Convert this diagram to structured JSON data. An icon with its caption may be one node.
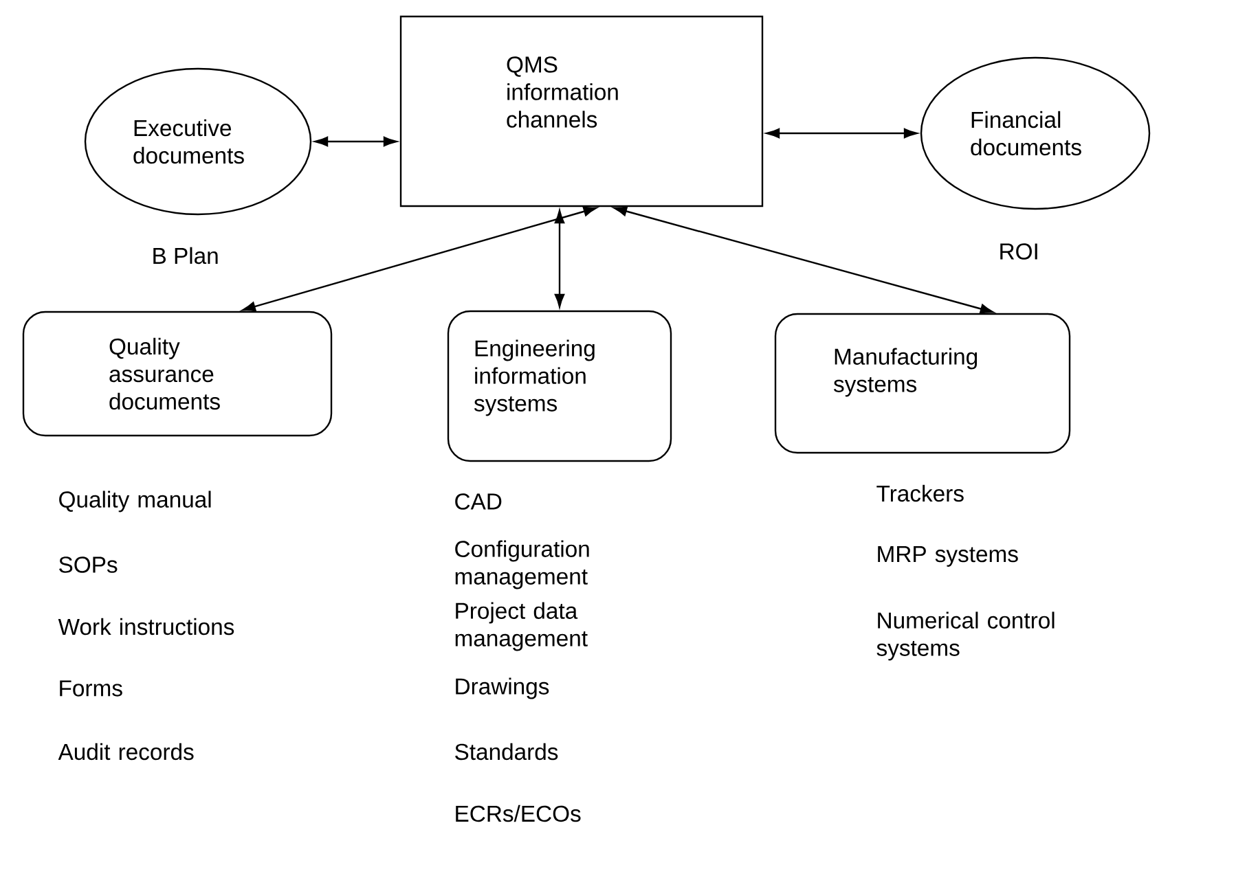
{
  "diagram": {
    "nodes": [
      {
        "text": [
          "Executive documents"
        ],
        "beside": [
          "B Plan"
        ]
      },
      {
        "text": [
          "QMS information channels"
        ]
      },
      {
        "text": [
          "Financial documents"
        ],
        "beside": [
          "ROI"
        ]
      },
      {
        "text": [
          "Quality assurance documents"
        ]
      },
      {
        "text": [
          "Engineering information systems"
        ]
      },
      {
        "text": [
          "Manufacturing systems"
        ]
      }
    ],
    "edges": [
      {
        "from": 0,
        "to": 1,
        "arrow": "both"
      },
      {
        "from": 1,
        "to": 2,
        "arrow": "both"
      },
      {
        "from": 1,
        "to": 3,
        "arrow": "both"
      },
      {
        "from": 1,
        "to": 4,
        "arrow": "both"
      },
      {
        "from": 1,
        "to": 5,
        "arrow": "both"
      }
    ],
    "labels": [
      "Quality manual",
      "SOPs",
      "Work instructions",
      "Forms",
      "Audit records",
      "CAD",
      "Configuration management",
      "Project data management",
      "Drawings",
      "Standards",
      "ECRs/ECOs",
      "Trackers",
      "MRP systems",
      "Numerical control systems"
    ]
  }
}
